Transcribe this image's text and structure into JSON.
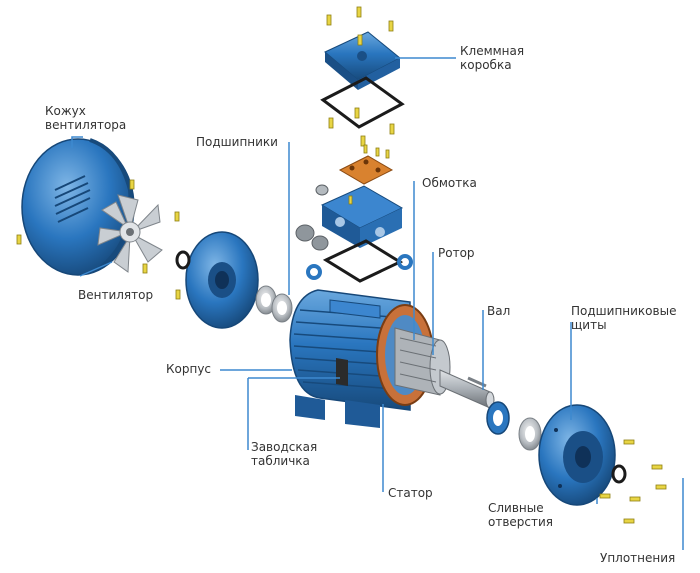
{
  "colors": {
    "metal_blue": "#2a76bf",
    "metal_blue_dark": "#1a4f86",
    "metal_blue_light": "#6aa8de",
    "leader_line": "#3d89cf",
    "label_text": "#333333",
    "shaft_gray": "#a9afb5",
    "copper_winding": "#c8713a",
    "screw_yellow": "#e8d544",
    "gasket_black": "#1b1b1b"
  },
  "labels": {
    "terminal_box": [
      "Клеммная",
      "коробка"
    ],
    "fan_cover": [
      "Кожух",
      "вентилятора"
    ],
    "bearings": "Подшипники",
    "winding": "Обмотка",
    "rotor": "Ротор",
    "fan": "Вентилятор",
    "shaft": "Вал",
    "end_shields": [
      "Подшипниковые",
      "щиты"
    ],
    "frame": "Корпус",
    "nameplate": [
      "Заводская",
      "табличка"
    ],
    "stator": "Статор",
    "drain_holes": [
      "Сливные",
      "отверстия"
    ],
    "seals": "Уплотнения"
  }
}
